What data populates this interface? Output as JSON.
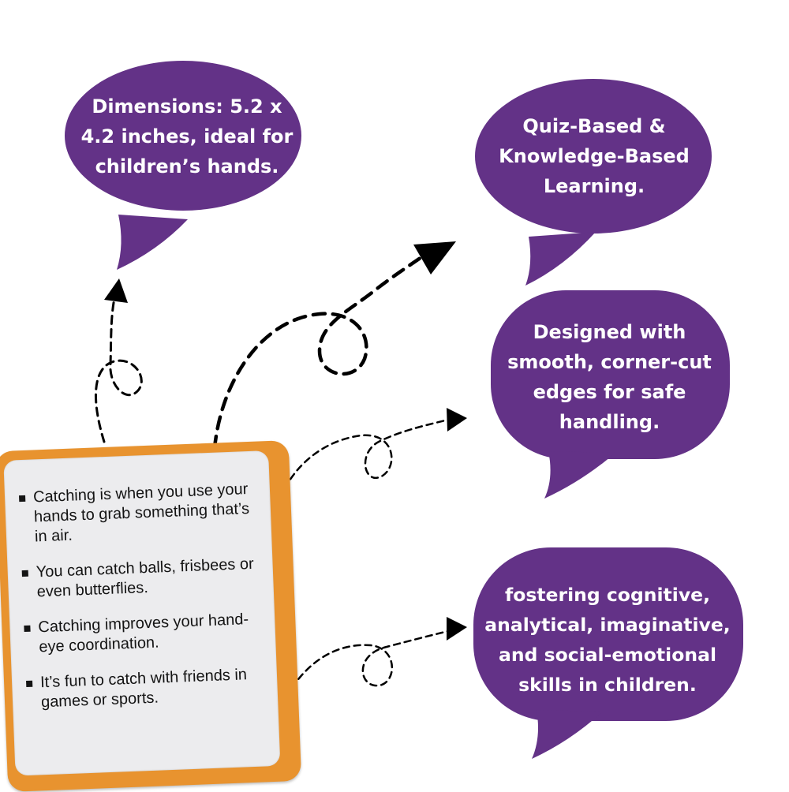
{
  "colors": {
    "bubble": "#633287",
    "card_border": "#e8932f",
    "card_face": "#ececee",
    "arrow": "#000000"
  },
  "bubbles": [
    {
      "text": "Dimensions: 5.2 x 4.2 inches, ideal for children’s hands."
    },
    {
      "text": "Quiz-Based & Knowledge-Based Learning."
    },
    {
      "text": "Designed with smooth, corner-cut edges for safe handling."
    },
    {
      "text": "fostering cognitive, analytical, imaginative, and social-emotional skills in children."
    }
  ],
  "card": {
    "items": [
      "Catching is when you use your hands to grab something that’s in air.",
      "You can catch balls, frisbees or even butterflies.",
      "Catching improves your hand-eye coordination.",
      "It’s fun to catch with friends in games or sports."
    ]
  }
}
